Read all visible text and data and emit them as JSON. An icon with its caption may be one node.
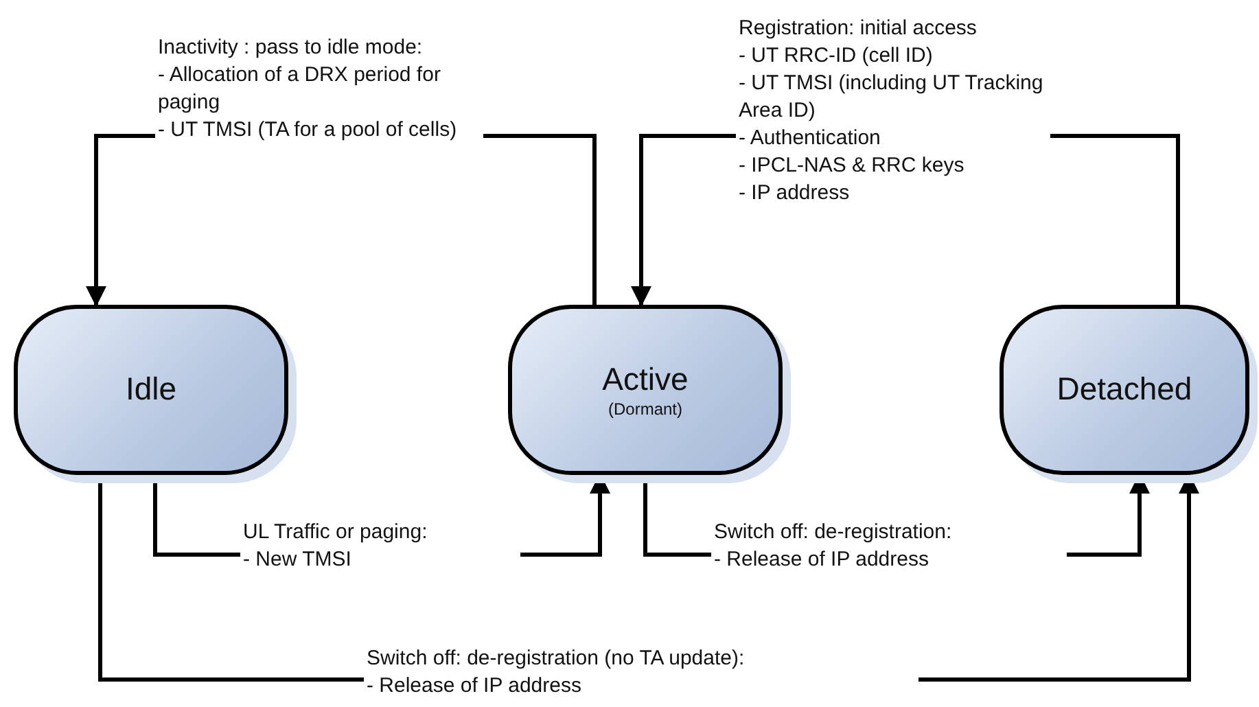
{
  "diagram": {
    "nodes": [
      {
        "text": [
          "Idle"
        ]
      },
      {
        "text": [
          "Active",
          "(Dormant)"
        ]
      },
      {
        "text": [
          "Detached"
        ]
      }
    ],
    "edges": [
      {
        "from": 1,
        "to": 0,
        "arrow": "to",
        "label": "Inactivity : pass to idle mode: - Allocation of a DRX period for paging - UT TMSI (TA for a pool of cells)"
      },
      {
        "from": 2,
        "to": 1,
        "arrow": "to",
        "label": "Registration: initial access - UT RRC-ID (cell ID) - UT TMSI (including UT Tracking Area ID) - Authentication - IPCL-NAS & RRC keys - IP address"
      },
      {
        "from": 0,
        "to": 1,
        "arrow": "to",
        "label": "UL Traffic or paging: - New TMSI"
      },
      {
        "from": 1,
        "to": 2,
        "arrow": "to",
        "label": "Switch off: de-registration: - Release of IP address"
      },
      {
        "from": 0,
        "to": 2,
        "arrow": "to",
        "label": "Switch off: de-registration (no TA update): - Release of IP address"
      }
    ]
  }
}
